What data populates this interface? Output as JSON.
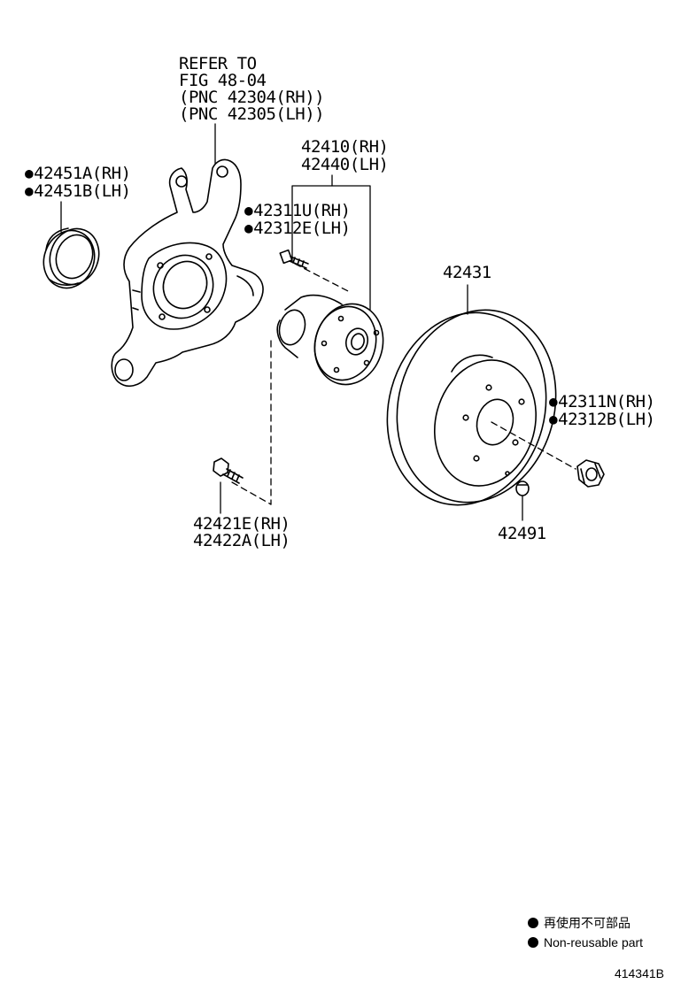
{
  "refer": {
    "line1": "REFER TO",
    "line2": "FIG 48-04",
    "line3": "(PNC 42304(RH))",
    "line4": "(PNC 42305(LH))"
  },
  "parts": {
    "oil_seal": {
      "rh": "42451A(RH)",
      "lh": "42451B(LH)"
    },
    "hub_bolt_small": {
      "rh": "42311U(RH)",
      "lh": "42312E(LH)"
    },
    "hub_bearing": {
      "rh": "42410(RH)",
      "lh": "42440(LH)"
    },
    "disc": {
      "pnc": "42431"
    },
    "hub_nut": {
      "rh": "42311N(RH)",
      "lh": "42312B(LH)"
    },
    "mount_bolt": {
      "rh": "42421E(RH)",
      "lh": "42422A(LH)"
    },
    "plug": {
      "pnc": "42491"
    }
  },
  "legend": {
    "jp": "再使用不可部品",
    "en": "Non-reusable part"
  },
  "figure_number": "414341B"
}
